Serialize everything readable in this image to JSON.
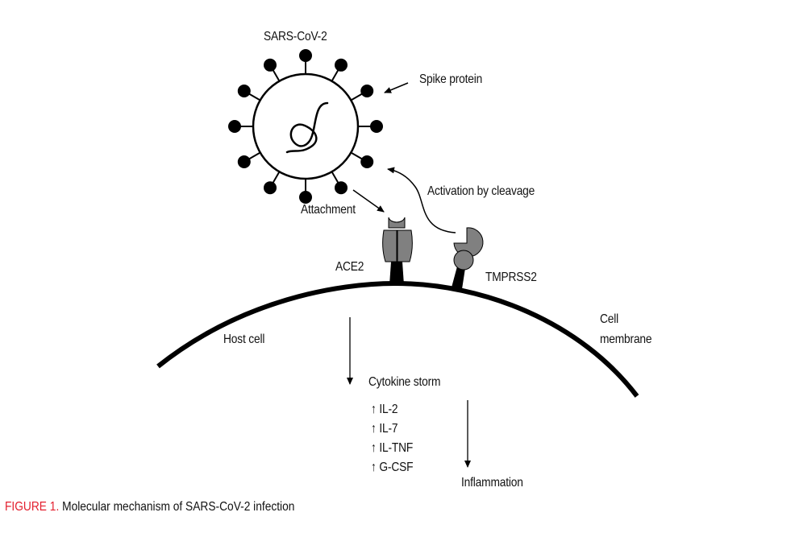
{
  "labels": {
    "virus": "SARS-CoV-2",
    "spike": "Spike protein",
    "activation": "Activation by cleavage",
    "attachment": "Attachment",
    "ace2": "ACE2",
    "tmprss2": "TMPRSS2",
    "host_cell": "Host cell",
    "cell_membrane_line1": "Cell",
    "cell_membrane_line2": "membrane",
    "cytokine_storm": "Cytokine storm",
    "inflammation": "Inflammation"
  },
  "cytokines": [
    {
      "arrow": "↑",
      "name": "IL-2"
    },
    {
      "arrow": "↑",
      "name": "IL-7"
    },
    {
      "arrow": "↑",
      "name": "IL-TNF"
    },
    {
      "arrow": "↑",
      "name": "G-CSF"
    }
  ],
  "caption": {
    "figure_label": "FIGURE 1.",
    "text": " Molecular mechanism of SARS-CoV-2 infection"
  },
  "colors": {
    "accent": "#e31e2d",
    "receptor_fill": "#808080",
    "ink": "#000000"
  }
}
